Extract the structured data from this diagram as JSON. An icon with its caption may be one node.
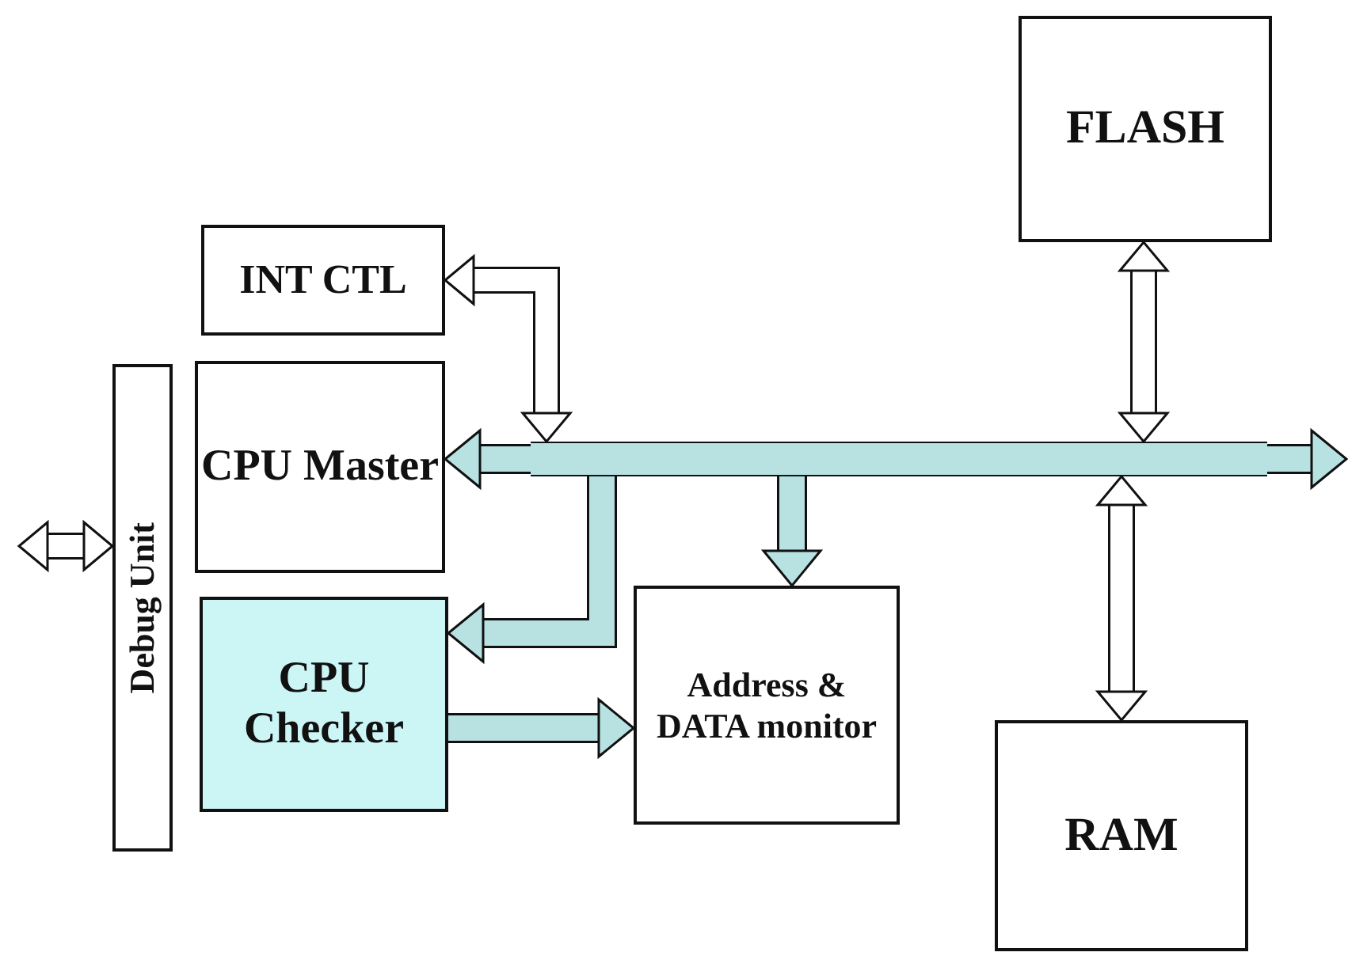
{
  "diagram": {
    "nodes": [
      {
        "text": [
          "INT CTL"
        ]
      },
      {
        "text": [
          "Debug Unit"
        ]
      },
      {
        "text": [
          "CPU Master"
        ]
      },
      {
        "text": [
          "CPU Checker"
        ]
      },
      {
        "text": [
          "Address & DATA monitor"
        ]
      },
      {
        "text": [
          "FLASH"
        ]
      },
      {
        "text": [
          "RAM"
        ]
      },
      {
        "text": [],
        "shape": "bar"
      }
    ],
    "edges": [
      {
        "from": 0,
        "to": 7,
        "arrow": "both",
        "color": "#ffffff"
      },
      {
        "from": 5,
        "to": 7,
        "arrow": "both",
        "color": "#ffffff"
      },
      {
        "from": 7,
        "to": 6,
        "arrow": "both",
        "color": "#ffffff"
      },
      {
        "from": 7,
        "to": 2,
        "arrow": "to"
      },
      {
        "from": 7,
        "to": null,
        "arrow": "to"
      },
      {
        "from": 7,
        "to": 4,
        "arrow": "to"
      },
      {
        "from": 7,
        "to": 3,
        "arrow": "to"
      },
      {
        "from": 3,
        "to": 4,
        "arrow": "to"
      },
      {
        "from": null,
        "to": 1,
        "arrow": "both",
        "color": "#ffffff"
      }
    ]
  }
}
